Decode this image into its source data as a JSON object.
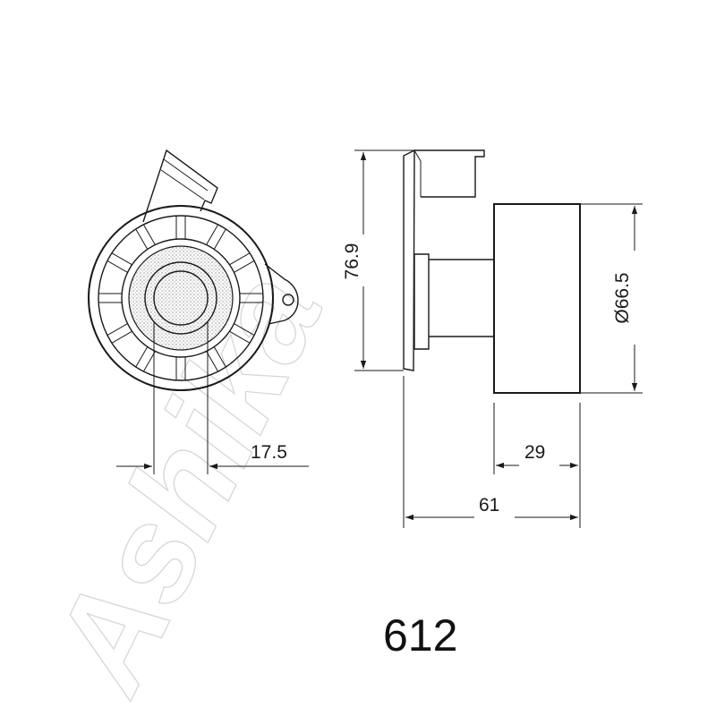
{
  "watermark": "Ashika",
  "part_number": "612",
  "dimensions": {
    "height": "76.9",
    "diameter": "Ø66.5",
    "bore_offset": "17.5",
    "pulley_width": "29",
    "overall_length": "61"
  }
}
